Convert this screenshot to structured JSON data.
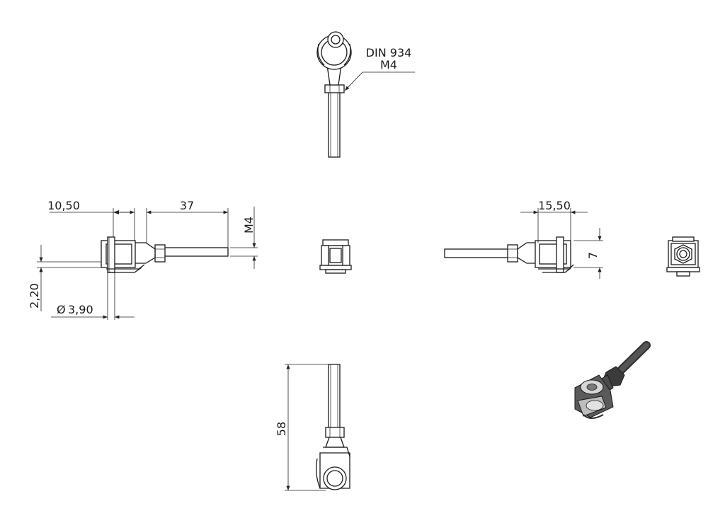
{
  "callout": {
    "line1": "DIN 934",
    "line2": "M4"
  },
  "dimensions": {
    "d_10_50": "10,50",
    "d_37": "37",
    "d_m4": "M4",
    "d_2_20": "2,20",
    "d_3_90": "3,90",
    "d_15_50": "15,50",
    "d_7": "7",
    "d_58": "58"
  },
  "symbols": {
    "diameter": "Ø"
  },
  "colors": {
    "line": "#1a1a1a",
    "background": "#ffffff",
    "iso_dark": "#3a3a3a",
    "iso_light": "#d8d8d8"
  }
}
